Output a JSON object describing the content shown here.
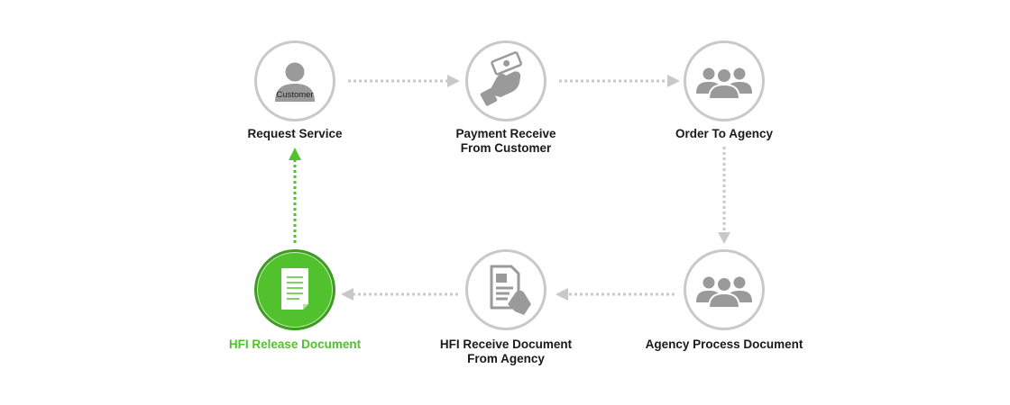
{
  "diagram": {
    "accent_color": "#52c12e",
    "neutral_color": "#c9c9c9",
    "nodes": [
      {
        "id": "request-service",
        "icon": "customer-icon",
        "icon_caption": "Customer",
        "lines": [
          "Request Service"
        ],
        "active": false
      },
      {
        "id": "payment-receive",
        "icon": "payment-hand-icon",
        "lines": [
          "Payment Receive",
          "From Customer"
        ],
        "active": false
      },
      {
        "id": "order-to-agency",
        "icon": "group-icon",
        "lines": [
          "Order To Agency"
        ],
        "active": false
      },
      {
        "id": "agency-process",
        "icon": "group-icon",
        "lines": [
          "Agency Process Document"
        ],
        "active": false
      },
      {
        "id": "hfi-receive",
        "icon": "document-hand-icon",
        "lines": [
          "HFI Receive Document",
          "From Agency"
        ],
        "active": false
      },
      {
        "id": "hfi-release",
        "icon": "document-icon",
        "lines": [
          "HFI Release Document"
        ],
        "active": true
      }
    ],
    "connectors": [
      {
        "from": "request-service",
        "to": "payment-receive",
        "style": "dotted-gray"
      },
      {
        "from": "payment-receive",
        "to": "order-to-agency",
        "style": "dotted-gray"
      },
      {
        "from": "order-to-agency",
        "to": "agency-process",
        "style": "dotted-gray"
      },
      {
        "from": "agency-process",
        "to": "hfi-receive",
        "style": "dotted-gray"
      },
      {
        "from": "hfi-receive",
        "to": "hfi-release",
        "style": "dotted-gray"
      },
      {
        "from": "hfi-release",
        "to": "request-service",
        "style": "dotted-green"
      }
    ]
  }
}
